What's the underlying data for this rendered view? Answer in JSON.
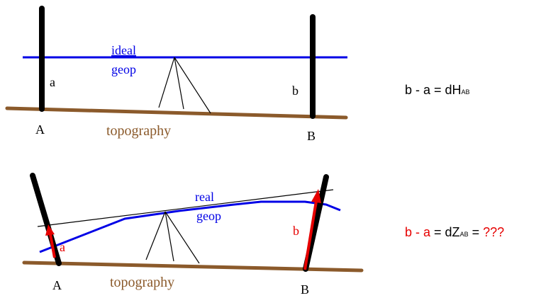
{
  "colors": {
    "ground": "#8B5A2B",
    "geoid": "#0000E6",
    "rod": "#000000",
    "measure": "#E60000",
    "text": "#000000"
  },
  "top": {
    "point_a": "A",
    "point_b": "B",
    "reading_a": "a",
    "reading_b": "b",
    "geoid_line1": "ideal",
    "geoid_line2": "geop",
    "ground_label": "topography",
    "equation": {
      "lhs": "b - a = dH",
      "sub": "AB"
    }
  },
  "bottom": {
    "point_a": "A",
    "point_b": "B",
    "reading_a": "a",
    "reading_b": "b",
    "geoid_line1": "real",
    "geoid_line2": "geop",
    "ground_label": "topography",
    "equation": {
      "b": "b",
      "minus": " - ",
      "a": "a",
      "eq": " = dZ",
      "sub": "AB",
      "eq2": " = ",
      "unknown": "???"
    }
  }
}
